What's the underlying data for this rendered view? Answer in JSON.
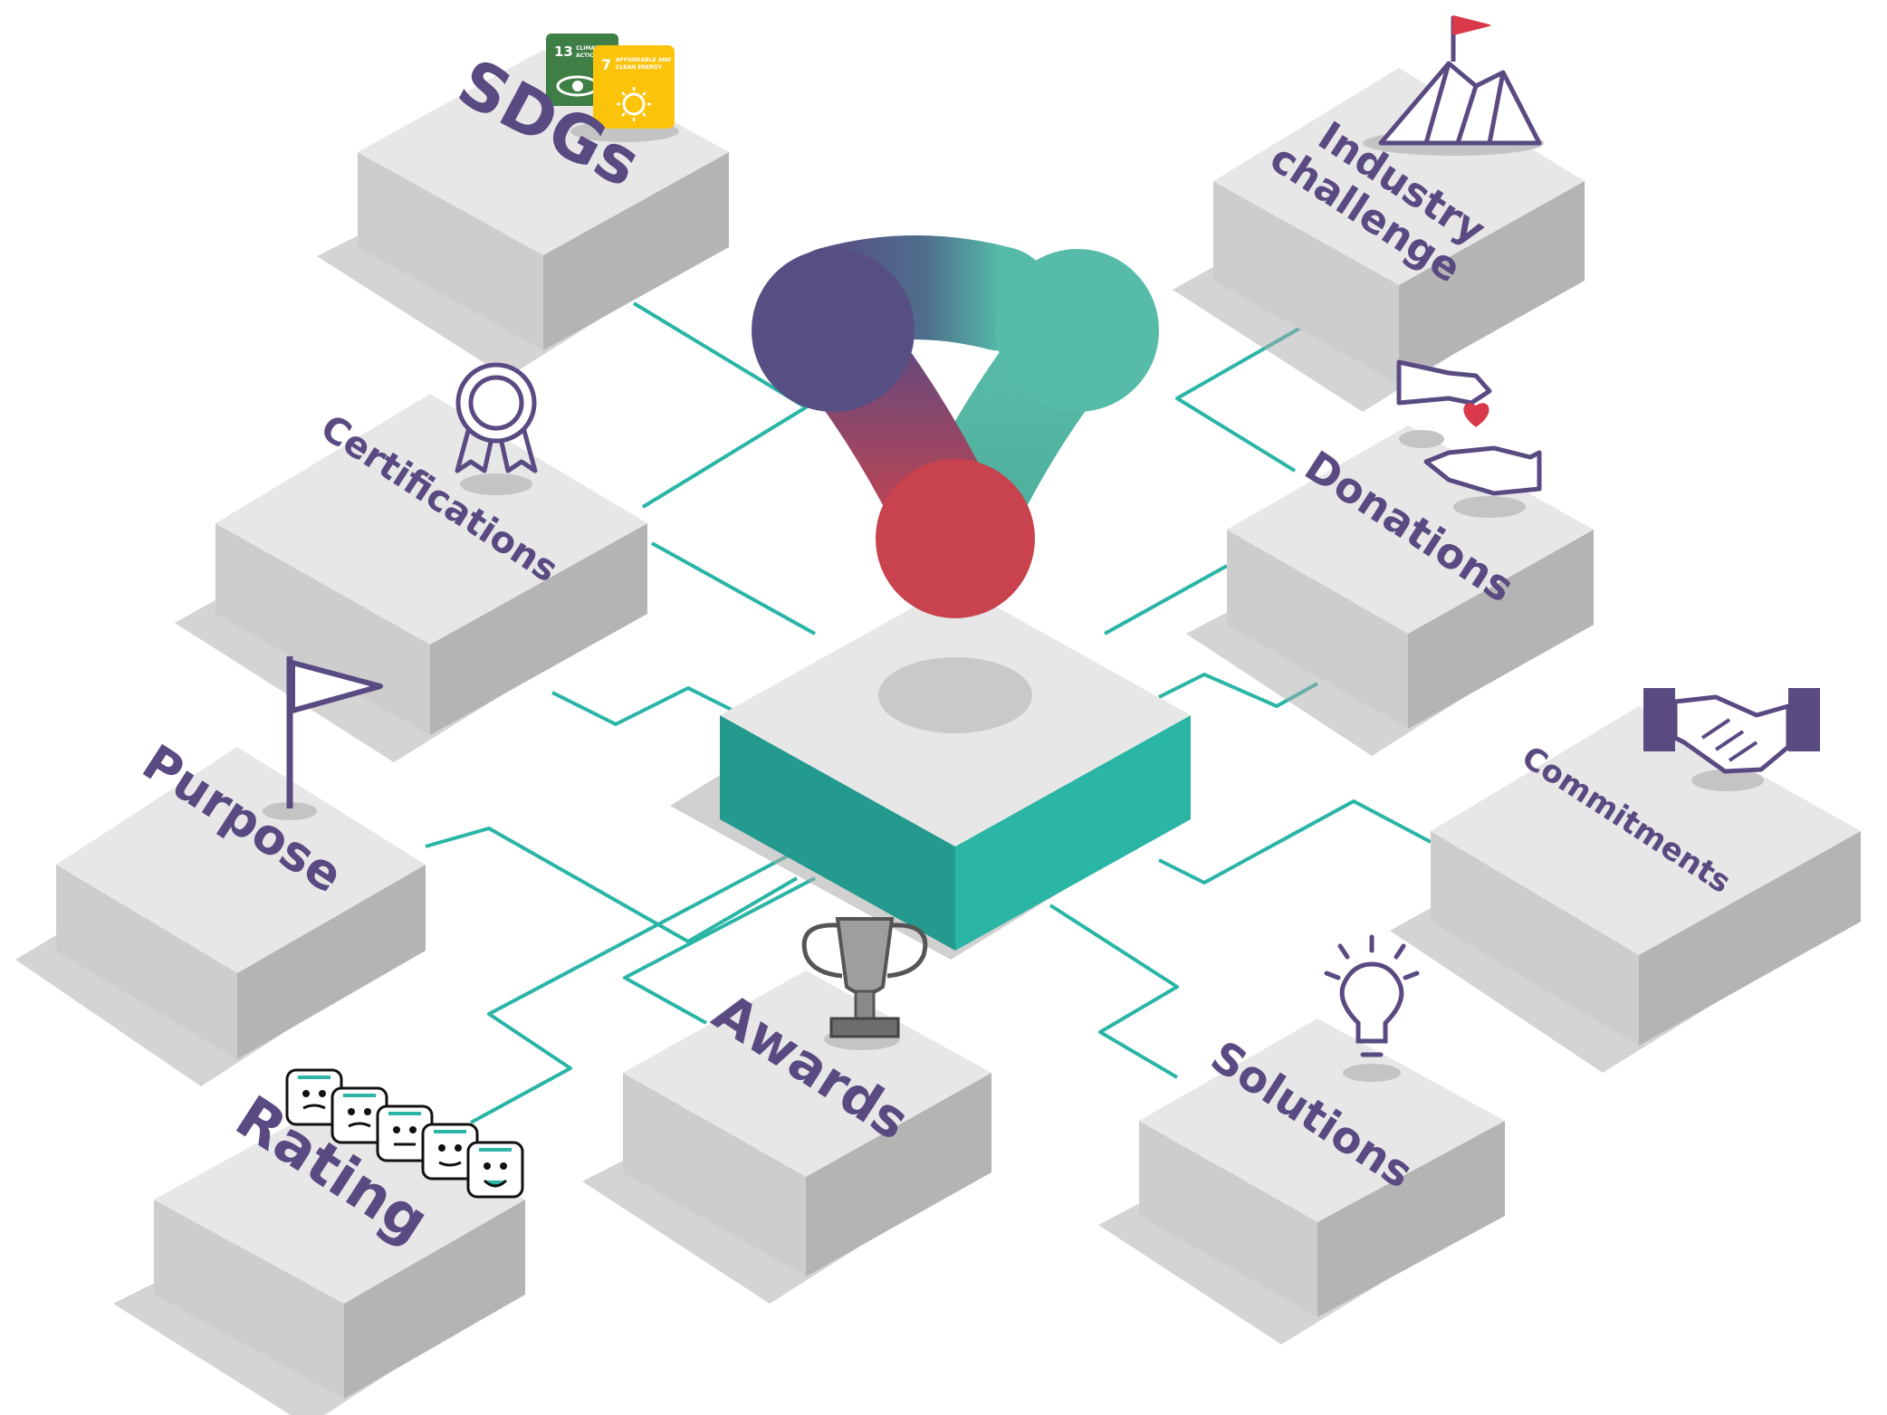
{
  "colors": {
    "teal": "#2ab5a5",
    "teal_dark": "#239a8d",
    "purple": "#5a4a82",
    "block_top": "#e7e7e7",
    "block_side": "#cdcdcd",
    "block_dark": "#b4b4b4",
    "shadow": "#a9a9a9",
    "red_heart": "#d9394a",
    "sdg13": "#3f7e44",
    "sdg7": "#fcc30b"
  },
  "center": {
    "icon": "stakeholder-network-logo-icon"
  },
  "nodes": {
    "sdgs": {
      "label": "SDGs",
      "icon": "sdg-goal-tiles-icon"
    },
    "industry": {
      "line1": "Industry",
      "line2": "challenge",
      "icon": "mountain-flag-icon"
    },
    "certifications": {
      "label": "Certifications",
      "icon": "award-ribbon-icon"
    },
    "donations": {
      "label": "Donations",
      "icon": "giving-hands-heart-icon"
    },
    "purpose": {
      "label": "Purpose",
      "icon": "flag-icon"
    },
    "commitments": {
      "label": "Commitments",
      "icon": "handshake-icon"
    },
    "awards": {
      "label": "Awards",
      "icon": "trophy-icon"
    },
    "solutions": {
      "label": "Solutions",
      "icon": "lightbulb-icon"
    },
    "rating": {
      "label": "Rating",
      "icon": "emoji-faces-scale-icon"
    }
  },
  "sdg_tiles": {
    "goal13": {
      "number": "13",
      "line1": "CLIMATE",
      "line2": "ACTION"
    },
    "goal7": {
      "number": "7",
      "line1": "AFFORDABLE AND",
      "line2": "CLEAN ENERGY"
    }
  }
}
